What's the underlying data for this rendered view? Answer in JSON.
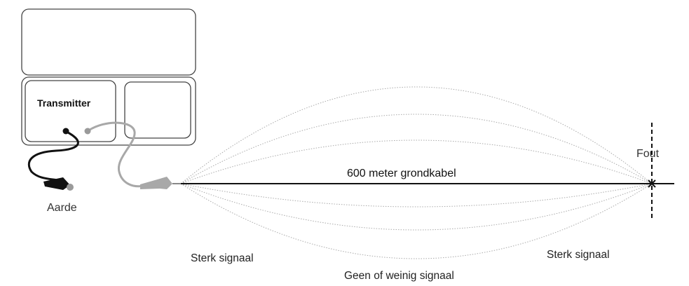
{
  "labels": {
    "transmitter": "Transmitter",
    "ground": "Aarde",
    "cable": "600 meter grondkabel",
    "fault": "Fout",
    "strong_signal_left": "Sterk signaal",
    "strong_signal_right": "Sterk signaal",
    "no_signal": "Geen of weinig signaal"
  },
  "colors": {
    "cable": "#111111",
    "field_lines": "#aaaaaa",
    "box_outline": "#444444",
    "ground_lead": "#111111",
    "signal_lead": "#a8a8a8"
  }
}
